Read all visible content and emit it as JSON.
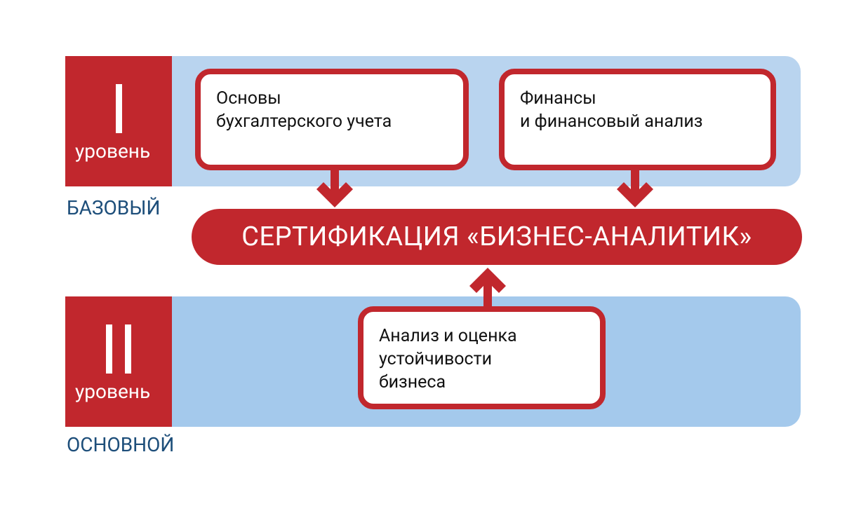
{
  "levels": [
    {
      "numeral": "I",
      "label": "уровень",
      "tier": "БАЗОВЫЙ"
    },
    {
      "numeral": "II",
      "label": "уровень",
      "tier": "ОСНОВНОЙ"
    }
  ],
  "courses": [
    {
      "line1": "Основы",
      "line2": "бухгалтерского учета"
    },
    {
      "line1": "Финансы",
      "line2": "и финансовый анализ"
    },
    {
      "line1": "Анализ и оценка",
      "line2": "устойчивости",
      "line3": "бизнеса"
    }
  ],
  "certification": "СЕРТИФИКАЦИЯ «БИЗНЕС-АНАЛИТИК»",
  "colors": {
    "red": "#c1272d",
    "band1": "#b9d4ef",
    "band2": "#a4c9ec",
    "tier_text": "#1d4e7a"
  }
}
